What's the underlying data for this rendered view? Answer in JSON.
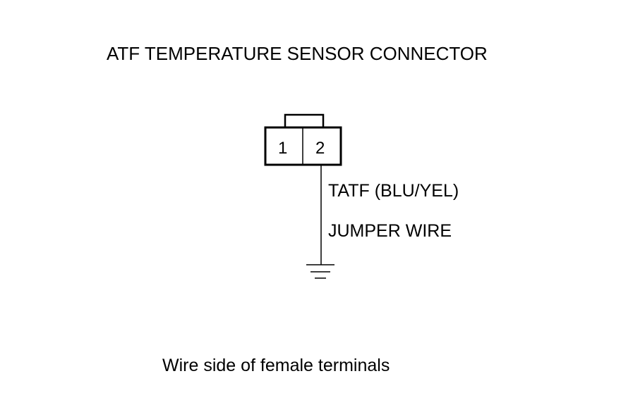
{
  "diagram": {
    "title": "ATF TEMPERATURE SENSOR CONNECTOR",
    "connector": {
      "pins": [
        "1",
        "2"
      ]
    },
    "wire": {
      "signal_label": "TATF (BLU/YEL)",
      "jumper_label": "JUMPER WIRE",
      "end_icon": "ground-icon"
    },
    "caption": "Wire side of female terminals"
  }
}
